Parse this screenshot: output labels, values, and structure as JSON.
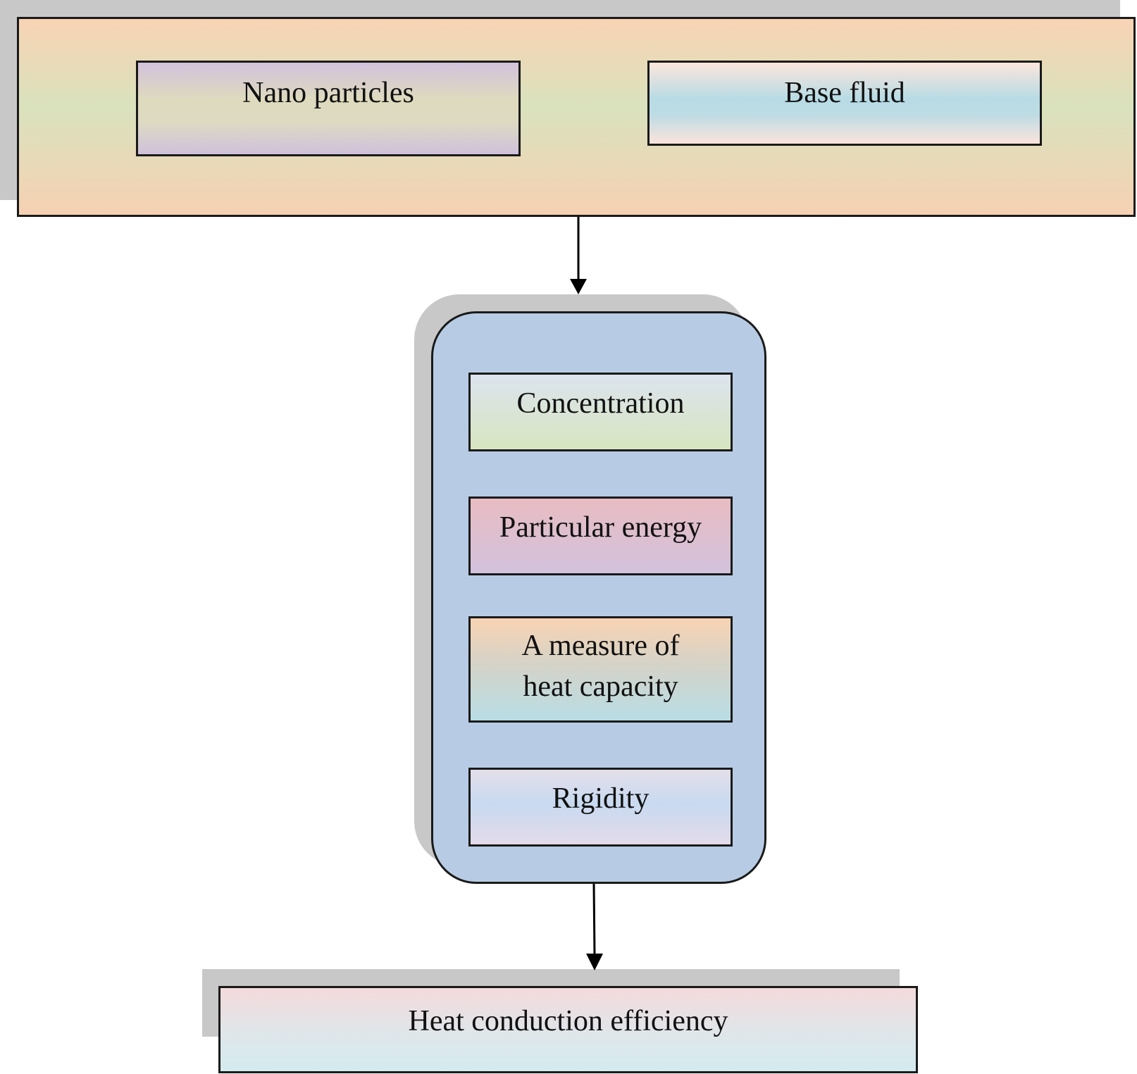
{
  "diagram": {
    "inputs": {
      "nano_particles": "Nano particles",
      "base_fluid": "Base fluid"
    },
    "factors": {
      "concentration": "Concentration",
      "particular_energy": "Particular energy",
      "heat_capacity_line1": "A measure of",
      "heat_capacity_line2": "heat capacity",
      "rigidity": "Rigidity"
    },
    "output": {
      "label": "Heat conduction efficiency"
    }
  }
}
